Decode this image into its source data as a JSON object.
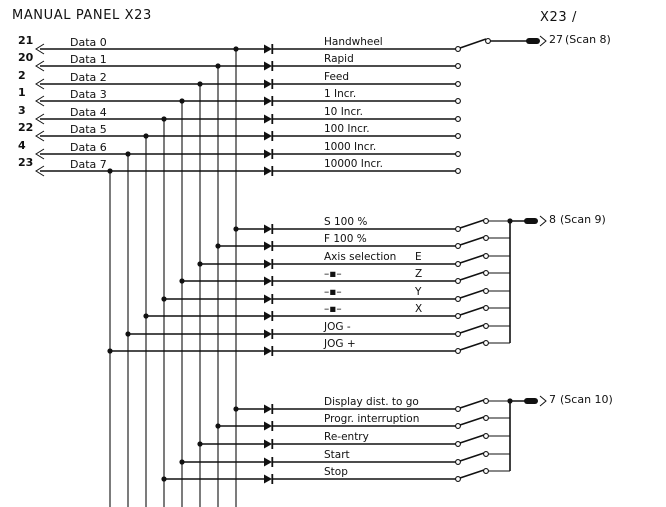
{
  "title": "MANUAL PANEL X23",
  "connector_label": "X23 /",
  "data_lines": [
    {
      "pin": "21",
      "label": "Data  0"
    },
    {
      "pin": "20",
      "label": "Data  1"
    },
    {
      "pin": "2",
      "label": "Data  2"
    },
    {
      "pin": "1",
      "label": "Data  3"
    },
    {
      "pin": "3",
      "label": "Data  4"
    },
    {
      "pin": "22",
      "label": "Data  5"
    },
    {
      "pin": "4",
      "label": "Data  6"
    },
    {
      "pin": "23",
      "label": "Data  7"
    }
  ],
  "groups": [
    {
      "scan_pin": "27",
      "scan_label": "(Scan 8)",
      "switches": [
        {
          "label": "Handwheel",
          "data": 0
        },
        {
          "label": "Rapid",
          "data": 1
        },
        {
          "label": "Feed",
          "data": 2
        },
        {
          "label": "1 Incr.",
          "data": 3
        },
        {
          "label": "10 Incr.",
          "data": 4
        },
        {
          "label": "100 Incr.",
          "data": 5
        },
        {
          "label": "1000 Incr.",
          "data": 6
        },
        {
          "label": "10000 Incr.",
          "data": 7
        }
      ]
    },
    {
      "scan_pin": "8",
      "scan_label": "(Scan 9)",
      "switches": [
        {
          "label": "S 100 %",
          "data": 0
        },
        {
          "label": "F 100 %",
          "data": 1
        },
        {
          "label": "Axis selection",
          "axis": "E",
          "data": 2
        },
        {
          "label": "–▪–",
          "axis": "Z",
          "data": 3
        },
        {
          "label": "–▪–",
          "axis": "Y",
          "data": 4
        },
        {
          "label": "–▪–",
          "axis": "X",
          "data": 5
        },
        {
          "label": "JOG  -",
          "data": 6
        },
        {
          "label": "JOG  +",
          "data": 7
        }
      ]
    },
    {
      "scan_pin": "7",
      "scan_label": "(Scan 10)",
      "switches": [
        {
          "label": "Display dist. to go",
          "data": 0
        },
        {
          "label": "Progr. interruption",
          "data": 1
        },
        {
          "label": "Re-entry",
          "data": 2
        },
        {
          "label": "Start",
          "data": 3
        },
        {
          "label": "Stop",
          "data": 4
        }
      ]
    }
  ]
}
